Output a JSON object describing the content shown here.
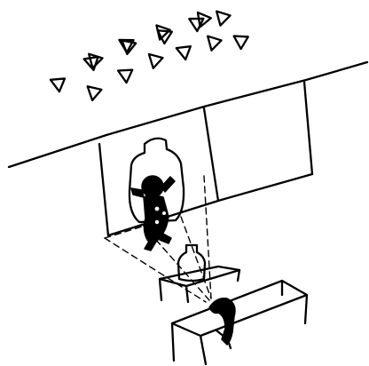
{
  "illustration": {
    "subject": "shadow-puppet-projection",
    "ink_color": "#000000",
    "paper_color": "#ffffff",
    "bird_count": 16,
    "elements": [
      "flock-of-birds",
      "ceiling-line",
      "projection-screen",
      "shadow-vase",
      "shadow-figure",
      "projector-table",
      "small-vase-on-table",
      "projection-light-beam",
      "presenter-table",
      "hand-puppet"
    ]
  }
}
